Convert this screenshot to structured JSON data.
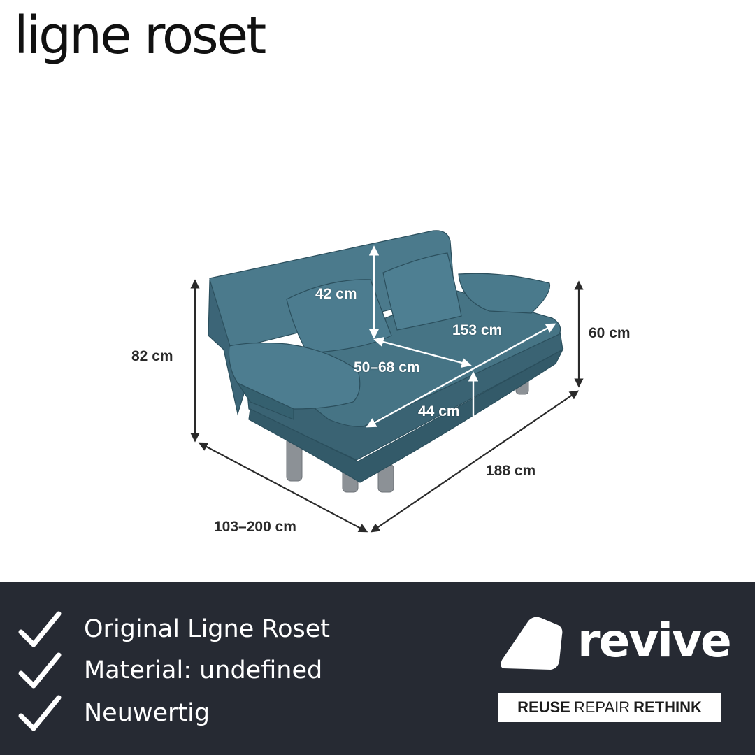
{
  "brand": {
    "name": "ligne roset"
  },
  "dimensions": {
    "backrest_height": "42 cm",
    "total_height": "82 cm",
    "armrest_height": "60 cm",
    "seat_width": "153 cm",
    "seat_depth": "50–68 cm",
    "seat_height": "44 cm",
    "total_width": "188 cm",
    "total_depth": "103–200 cm"
  },
  "colors": {
    "sofa": "#3f6b7c",
    "footer": "#262a33",
    "accent": "#ffffff"
  },
  "features": [
    {
      "icon": "checkmark-icon",
      "text": "Original Ligne Roset"
    },
    {
      "icon": "checkmark-icon",
      "text": "Material: undefined"
    },
    {
      "icon": "checkmark-icon",
      "text": "Neuwertig"
    }
  ],
  "logo": {
    "word": "revive",
    "tagline": {
      "a": "REUSE",
      "b": "REPAIR",
      "c": "RETHINK"
    }
  }
}
